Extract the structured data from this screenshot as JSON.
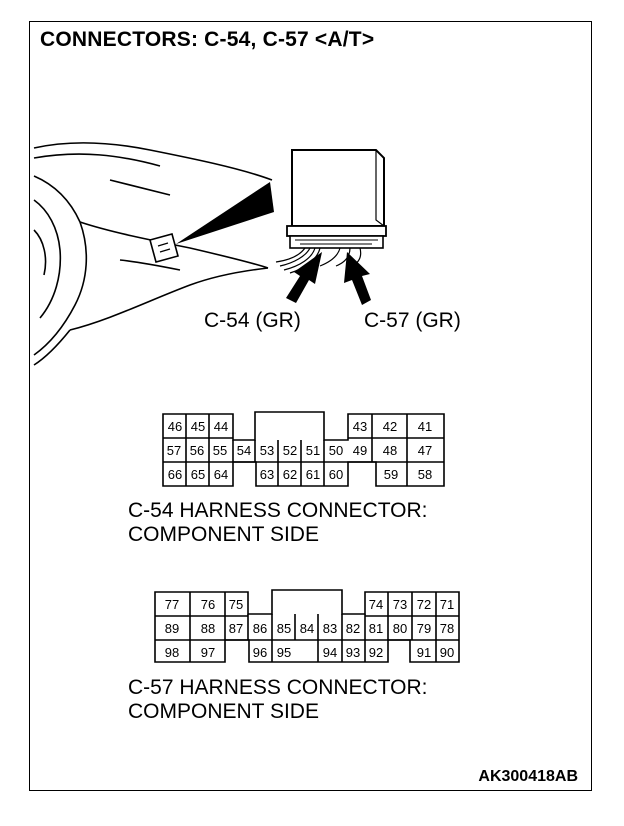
{
  "title": "CONNECTORS: C-54, C-57 <A/T>",
  "callouts": {
    "c54": "C-54 (GR)",
    "c57": "C-57 (GR)"
  },
  "connector_c54": {
    "caption_line1": "C-54 HARNESS CONNECTOR:",
    "caption_line2": "COMPONENT SIDE",
    "row1": [
      "46",
      "45",
      "44",
      "43",
      "42",
      "41"
    ],
    "row2": [
      "57",
      "56",
      "55",
      "54",
      "53",
      "52",
      "51",
      "50",
      "49",
      "48",
      "47"
    ],
    "row3": [
      "66",
      "65",
      "64",
      "63",
      "62",
      "61",
      "60",
      "59",
      "58"
    ]
  },
  "connector_c57": {
    "caption_line1": "C-57 HARNESS CONNECTOR:",
    "caption_line2": "COMPONENT SIDE",
    "row1": [
      "77",
      "76",
      "75",
      "74",
      "73",
      "72",
      "71"
    ],
    "row2": [
      "89",
      "88",
      "87",
      "86",
      "85",
      "84",
      "83",
      "82",
      "81",
      "80",
      "79",
      "78"
    ],
    "row3": [
      "98",
      "97",
      "96",
      "95",
      "94",
      "93",
      "92",
      "91",
      "90"
    ]
  },
  "drawing_id": "AK300418AB"
}
